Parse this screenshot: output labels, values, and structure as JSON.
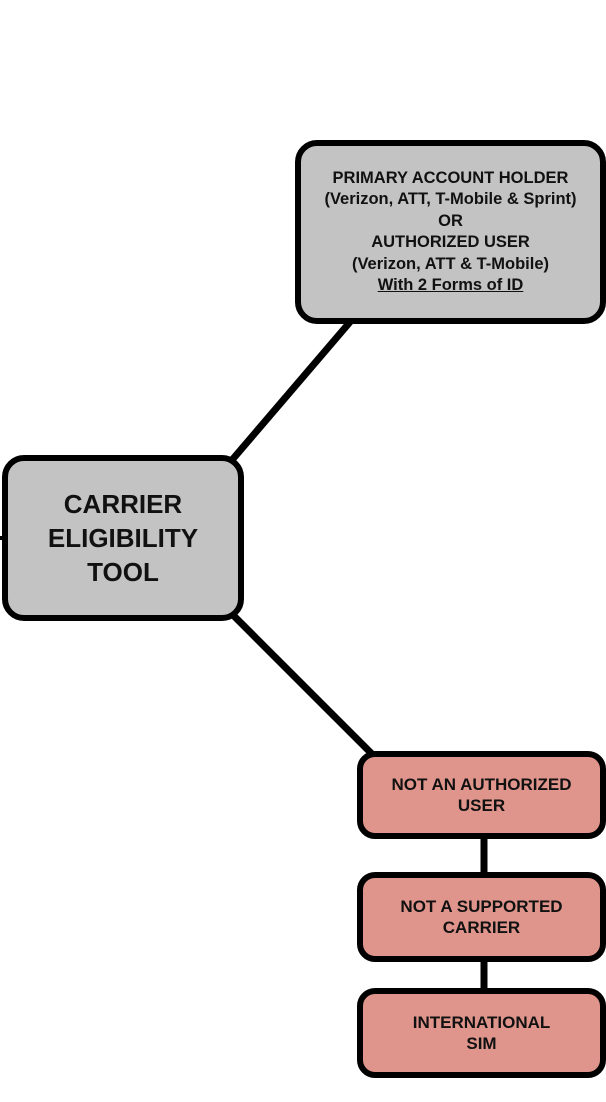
{
  "colors": {
    "line": "#000000",
    "gray_fill": "#c3c3c3",
    "red_fill": "#e0958c"
  },
  "nodes": {
    "carrier_tool": {
      "lines": [
        "CARRIER",
        "ELIGIBILITY",
        "TOOL"
      ]
    },
    "primary_account": {
      "line1": "PRIMARY ACCOUNT HOLDER",
      "line2": "(Verizon, ATT, T-Mobile & Sprint)",
      "line3": "OR",
      "line4": "AUTHORIZED USER",
      "line5": "(Verizon, ATT & T-Mobile)",
      "line6": "With 2 Forms of ID"
    },
    "not_authorized": {
      "lines": [
        "NOT AN AUTHORIZED",
        "USER"
      ]
    },
    "not_supported": {
      "lines": [
        "NOT A SUPPORTED",
        "CARRIER"
      ]
    },
    "international": {
      "lines": [
        "INTERNATIONAL",
        "SIM"
      ]
    }
  }
}
